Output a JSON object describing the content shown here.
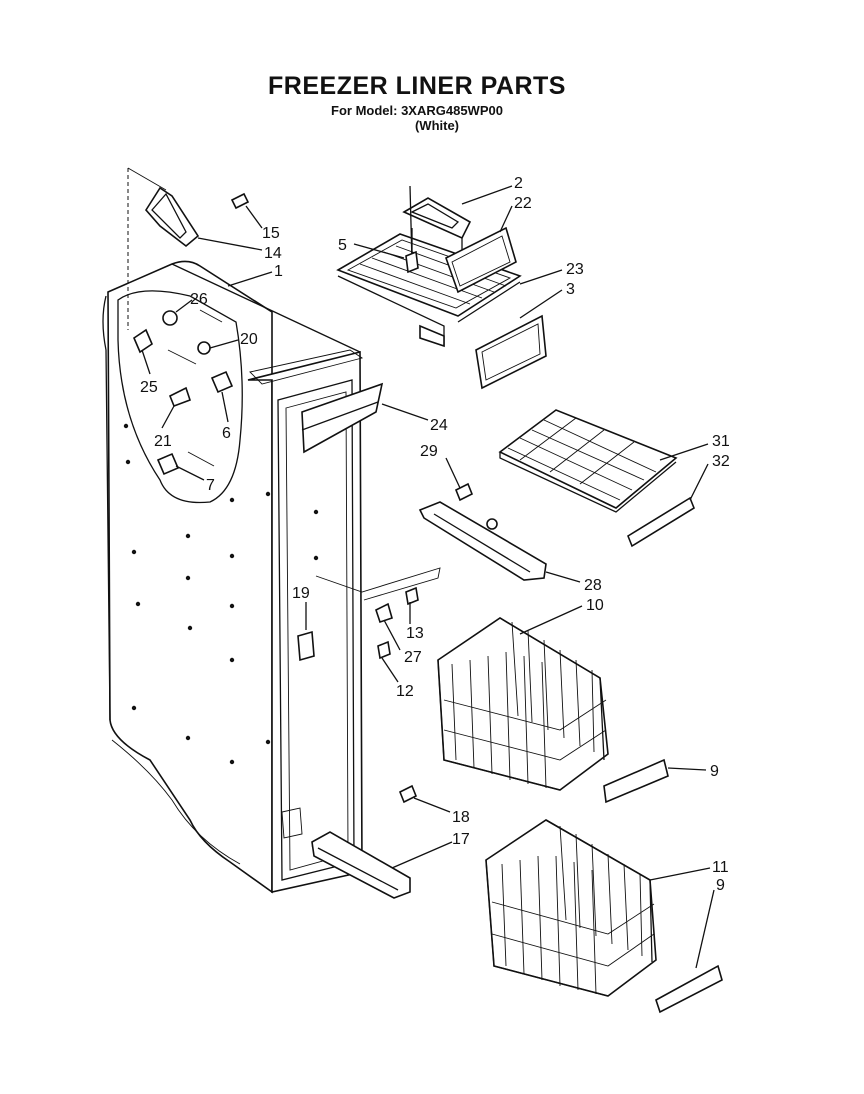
{
  "header": {
    "title": "FREEZER LINER PARTS",
    "model_line": "For Model: 3XARG485WP00",
    "color_line": "(White)"
  },
  "callouts": [
    {
      "id": "c1",
      "text": "1"
    },
    {
      "id": "c2",
      "text": "2"
    },
    {
      "id": "c22",
      "text": "22"
    },
    {
      "id": "c5",
      "text": "5"
    },
    {
      "id": "c23",
      "text": "23"
    },
    {
      "id": "c3",
      "text": "3"
    },
    {
      "id": "c15",
      "text": "15"
    },
    {
      "id": "c14",
      "text": "14"
    },
    {
      "id": "c26",
      "text": "26"
    },
    {
      "id": "c20",
      "text": "20"
    },
    {
      "id": "c25",
      "text": "25"
    },
    {
      "id": "c21",
      "text": "21"
    },
    {
      "id": "c6",
      "text": "6"
    },
    {
      "id": "c7",
      "text": "7"
    },
    {
      "id": "c24",
      "text": "24"
    },
    {
      "id": "c29",
      "text": "29"
    },
    {
      "id": "c31",
      "text": "31"
    },
    {
      "id": "c32",
      "text": "32"
    },
    {
      "id": "c28",
      "text": "28"
    },
    {
      "id": "c10",
      "text": "10"
    },
    {
      "id": "c19",
      "text": "19"
    },
    {
      "id": "c13",
      "text": "13"
    },
    {
      "id": "c27",
      "text": "27"
    },
    {
      "id": "c12",
      "text": "12"
    },
    {
      "id": "c9a",
      "text": "9"
    },
    {
      "id": "c18",
      "text": "18"
    },
    {
      "id": "c17",
      "text": "17"
    },
    {
      "id": "c11",
      "text": "11"
    },
    {
      "id": "c9b",
      "text": "9"
    }
  ]
}
